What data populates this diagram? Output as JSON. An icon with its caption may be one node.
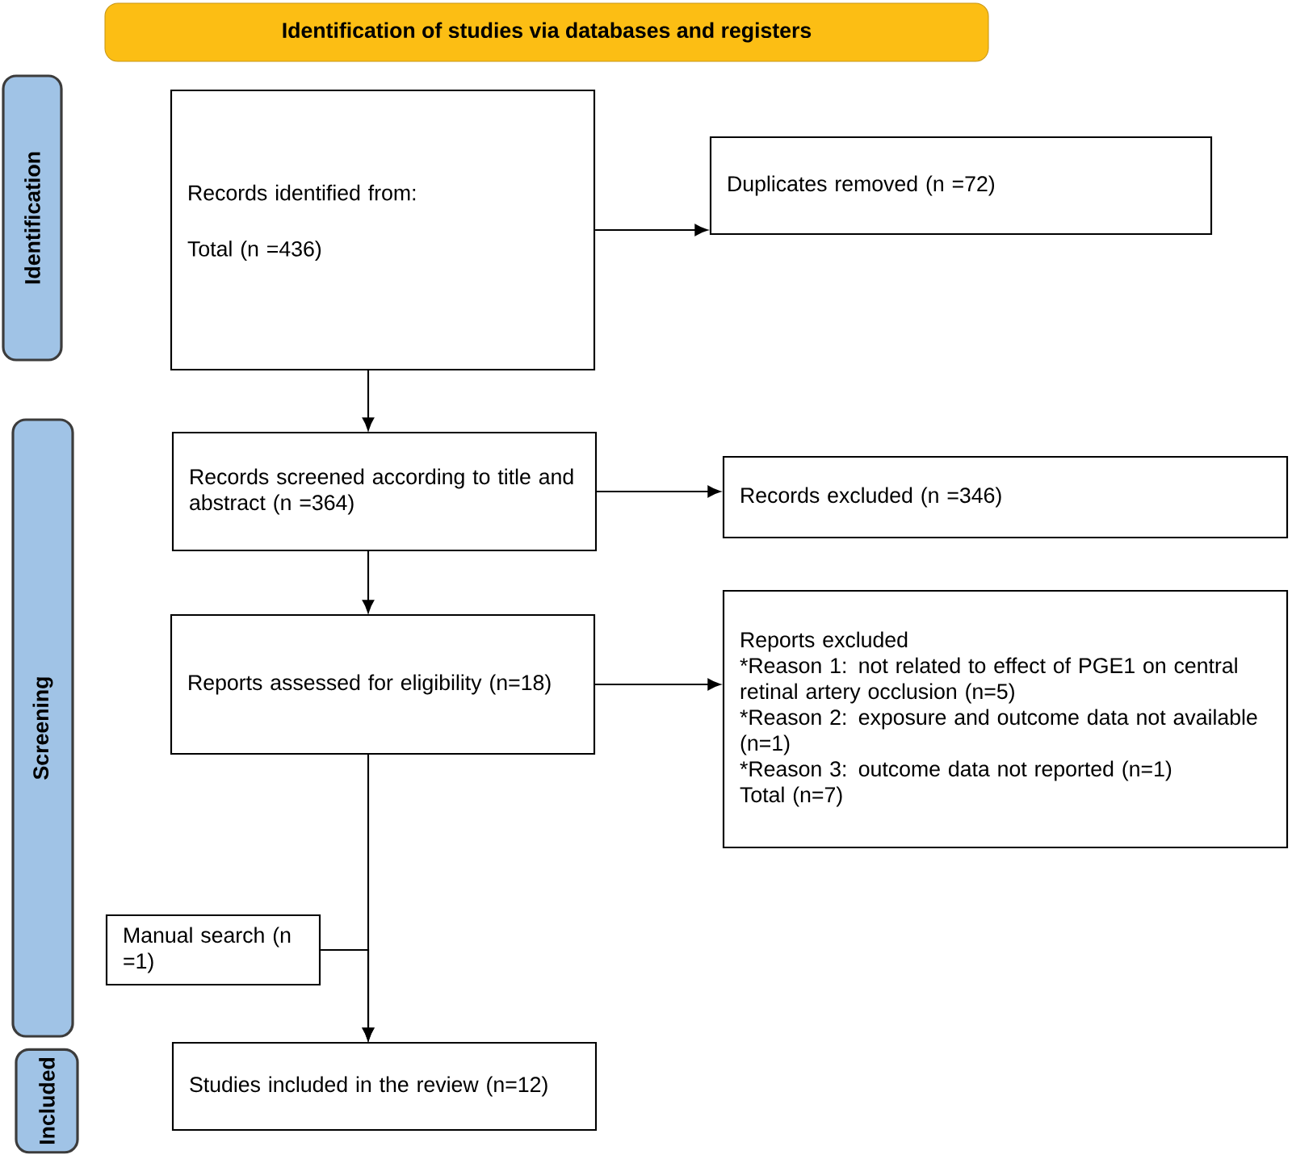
{
  "diagram": {
    "nodes": [
      {
        "text": [
          "Identification of studies via databases and registers"
        ]
      },
      {
        "text": [
          "Identification"
        ]
      },
      {
        "text": [
          "Records identified from:",
          "Total (n =436)"
        ]
      },
      {
        "text": [
          "Duplicates removed  (n =72)"
        ]
      },
      {
        "text": [
          "Screening"
        ]
      },
      {
        "text": [
          "Records screened according to title and abstract (n =364)"
        ]
      },
      {
        "text": [
          "Records excluded (n =346)"
        ]
      },
      {
        "text": [
          "Reports assessed for eligibility (n=18)"
        ]
      },
      {
        "text": [
          "Reports excluded",
          "*Reason 1: not related to effect of PGE1 on central retinal artery occlusion (n=5)",
          "*Reason 2: exposure and outcome data not available (n=1)",
          "*Reason 3: outcome data not reported (n=1)",
          "Total (n=7)"
        ]
      },
      {
        "text": [
          "Manual search (n =1)"
        ]
      },
      {
        "text": [
          "Included"
        ]
      },
      {
        "text": [
          "Studies included in the review (n=12)"
        ]
      }
    ],
    "edges": [
      {
        "from": 2,
        "to": 3,
        "arrow": "to"
      },
      {
        "from": 2,
        "to": 5,
        "arrow": "to"
      },
      {
        "from": 5,
        "to": 6,
        "arrow": "to"
      },
      {
        "from": 5,
        "to": 7,
        "arrow": "to"
      },
      {
        "from": 7,
        "to": 8,
        "arrow": "to"
      },
      {
        "from": 7,
        "to": 11,
        "arrow": "to"
      },
      {
        "from": 9,
        "to": 11,
        "arrow": "to"
      }
    ]
  }
}
